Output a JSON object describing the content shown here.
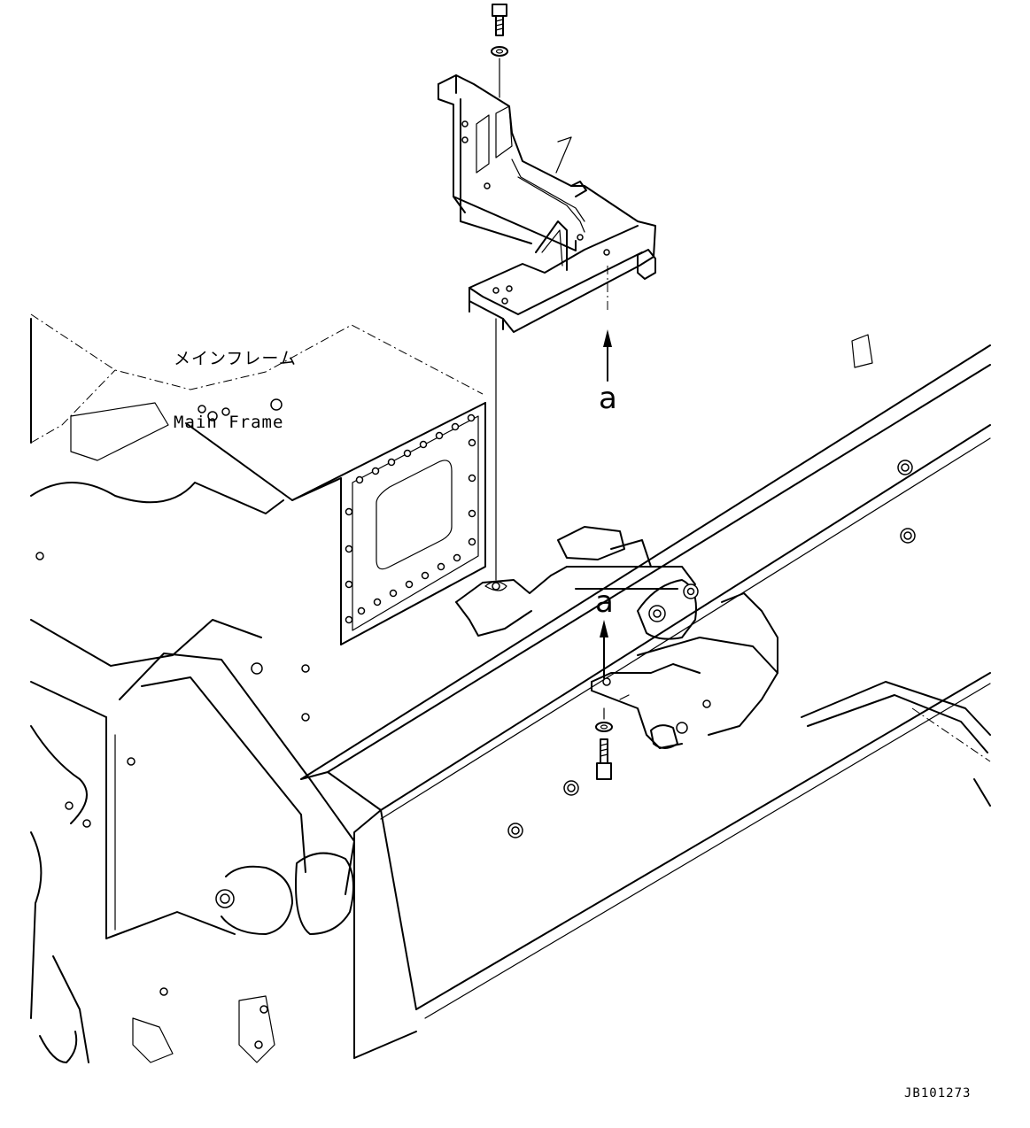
{
  "labels": {
    "main_frame_jp": "メインフレーム",
    "main_frame_en": "Main Frame",
    "callout_upper": "a",
    "callout_lower": "a",
    "drawing_id": "JB101273"
  },
  "icons": {
    "bracket": "mounting-bracket-icon",
    "bolt": "bolt-icon",
    "washer": "washer-icon",
    "arrow": "arrow-up-icon"
  },
  "colors": {
    "line": "#000000",
    "background": "#ffffff"
  }
}
